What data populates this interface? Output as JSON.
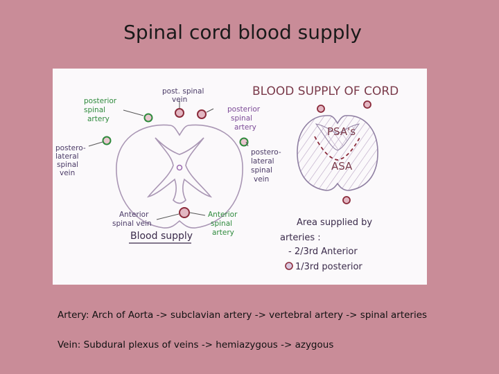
{
  "slide": {
    "title": "Spinal cord blood supply",
    "artery_line": "Artery: Arch of Aorta -> subclavian artery -> vertebral artery -> spinal arteries",
    "vein_line": "Vein: Subdural plexus of veins -> hemiazygous -> azygous"
  },
  "figure": {
    "left_heading": "Blood supply",
    "right_heading": "BLOOD SUPPLY OF CORD",
    "labels": {
      "posterior_spinal_artery_left": [
        "posterior",
        "spinal",
        "artery"
      ],
      "posterior_spinal_vein": [
        "post. spinal",
        "vein"
      ],
      "posterior_spinal_artery_right": [
        "posterior",
        "spinal",
        "artery"
      ],
      "posterolateral_spinal_vein_left": [
        "postero-",
        "lateral",
        "spinal",
        "vein"
      ],
      "posterolateral_spinal_vein_right": [
        "postero-",
        "lateral",
        "spinal",
        "vein"
      ],
      "anterior_spinal_vein": [
        "Anterior",
        "spinal vein"
      ],
      "anterior_spinal_artery": [
        "Anterior",
        "spinal",
        "artery"
      ],
      "psas": "PSA's",
      "asa": "ASA"
    },
    "area_note": {
      "lines": [
        "Area supplied by",
        "arteries :",
        "- 2/3rd Anterior",
        "1/3rd posterior"
      ]
    }
  },
  "colors": {
    "background": "#c98c98",
    "outline": "#a996b4",
    "artery_green": "#2e8a3c",
    "vein_red": "#8a2a3a"
  }
}
